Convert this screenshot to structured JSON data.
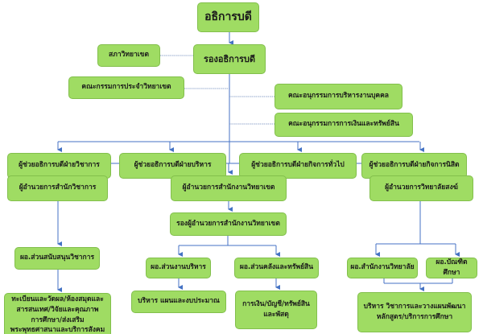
{
  "nodes": {
    "president": "อธิการบดี",
    "vice_president": "รองอธิการบดี",
    "campus_council": "สภาวิทยาเขต",
    "campus_committee": "คณะกรรมการประจำวิทยาเขต",
    "personnel_subcommittee": "คณะอนุกรรมการบริหารงานบุคคล",
    "finance_subcommittee": "คณะอนุกรรมการการเงินและทรัพย์สิน",
    "asst_academic": "ผู้ช่วยอธิการบดีฝ่ายวิชาการ",
    "asst_admin": "ผู้ช่วยอธิการบดีฝ่ายบริหาร",
    "asst_general": "ผู้ช่วยอธิการบดีฝ่ายกิจการทั่วไป",
    "asst_student": "ผู้ช่วยอธิการบดีฝ่ายกิจการนิสิต",
    "dir_academic_office": "ผู้อำนวยการสำนักวิชาการ",
    "dir_campus_office": "ผู้อำนวยการสำนักงานวิทยาเขต",
    "dir_sangha_college": "ผู้อำนวยการวิทยาลัยสงฆ์",
    "deputy_dir_campus_office": "รองผู้อำนวยการสำนักงานวิทยาเขต",
    "head_academic_support": "ผอ.ส่วนสนับสนุนวิชาการ",
    "head_admin": "ผอ.ส่วนงานบริหาร",
    "head_treasury": "ผอ.ส่วนคลังและทรัพย์สิน",
    "head_college_office": "ผอ.สำนักงานวิทยาลัย",
    "head_graduate": "ผอ.บัณฑิตศึกษา",
    "academic_units": [
      "ทะเบียนและวัดผล/ห้องสมุดและ",
      "สารสนเทศ/วิจัยและคุณภาพ",
      "การศึกษา/ส่งเสริม",
      "พระพุทธศาสนาและบริการสังคม"
    ],
    "admin_units": "บริหาร แผนและงบประมาณ",
    "treasury_units": [
      "การเงิน/บัญชี/ทรัพย์สิน",
      "และพัสดุ"
    ],
    "college_units": [
      "บริหาร วิชาการและวางแผนพัฒนา",
      "หลักสูตร/บริการการศึกษา"
    ]
  },
  "colors": {
    "box_fill": "#9fdc63",
    "box_border": "#82bf4c",
    "connector": "#4472c4"
  }
}
